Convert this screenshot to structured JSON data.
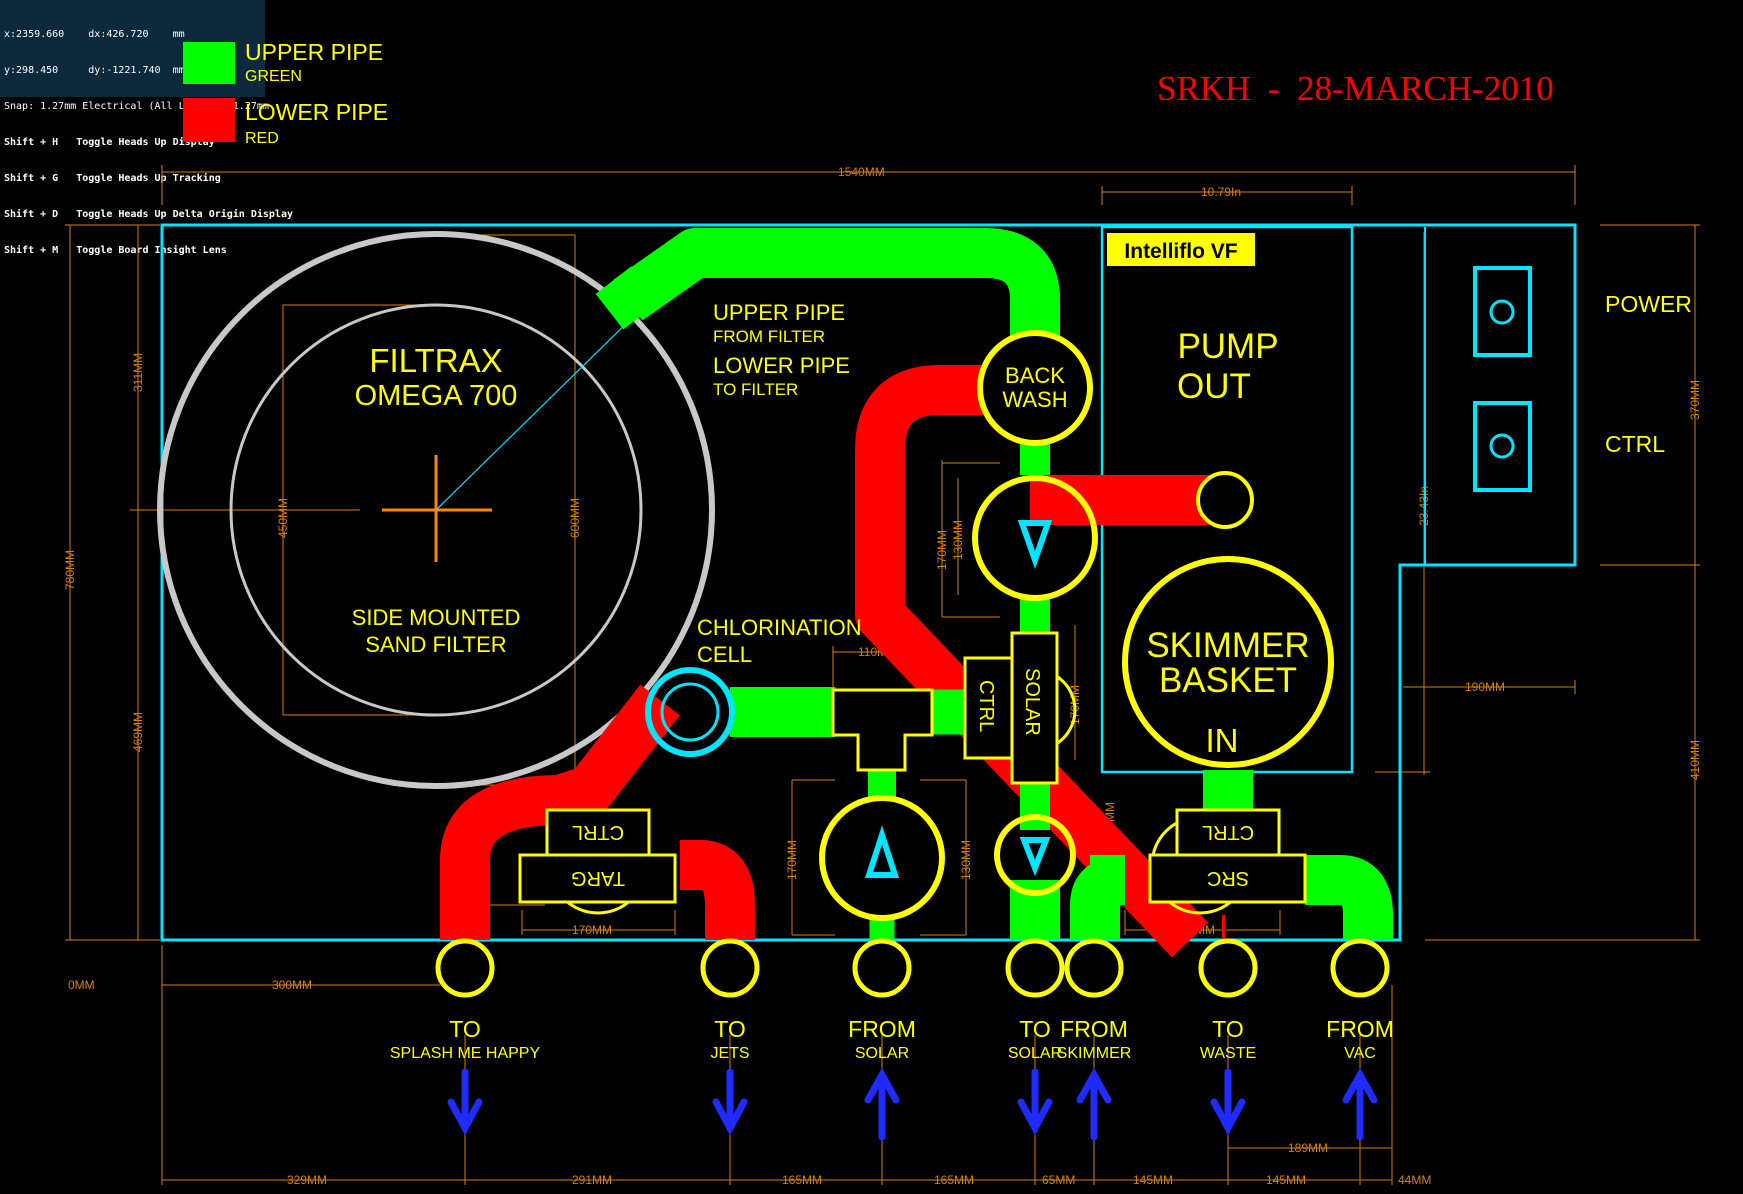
{
  "hud": {
    "lines": [
      "x:2359.660    dx:426.720    mm",
      "y:298.450     dy:-1221.740  mm",
      "Snap: 1.27mm Electrical (All Layers): 1.27mm",
      "Shift + H   Toggle Heads Up Display",
      "Shift + G   Toggle Heads Up Tracking",
      "Shift + D   Toggle Heads Up Delta Origin Display",
      "Shift + M   Toggle Board Insight Lens"
    ]
  },
  "legend": {
    "upper_label": "UPPER PIPE",
    "upper_sub": "GREEN",
    "lower_label": "LOWER PIPE",
    "lower_sub": "RED",
    "upper_color": "#00ff00",
    "lower_color": "#ff0000"
  },
  "title": "SRKH  -  28-MARCH-2010",
  "filter": {
    "name1": "FILTRAX",
    "name2": "OMEGA 700",
    "desc1": "SIDE MOUNTED",
    "desc2": "SAND FILTER"
  },
  "pipe_note": {
    "upper": "UPPER PIPE",
    "upper_sub": "FROM FILTER",
    "lower": "LOWER PIPE",
    "lower_sub": "TO FILTER"
  },
  "labels": {
    "backwash1": "BACK",
    "backwash2": "WASH",
    "pump_brand": "Intelliflo VF",
    "pump_out1": "PUMP",
    "pump_out2": "OUT",
    "skimmer1": "SKIMMER",
    "skimmer2": "BASKET",
    "skimmer_in": "IN",
    "chlorination1": "CHLORINATION",
    "chlorination2": "CELL",
    "power": "POWER",
    "ctrl": "CTRL",
    "solar_ctrl": "CTRL",
    "solar": "SOLAR",
    "targ_ctrl": "CTRL",
    "targ": "TARG",
    "src_ctrl": "CTRL",
    "src": "SRC"
  },
  "ports": [
    {
      "top": "TO",
      "bottom": "SPLASH ME HAPPY",
      "dir": "down"
    },
    {
      "top": "TO",
      "bottom": "JETS",
      "dir": "down"
    },
    {
      "top": "FROM",
      "bottom": "SOLAR",
      "dir": "up"
    },
    {
      "top": "TO",
      "bottom": "SOLAR",
      "dir": "down"
    },
    {
      "top": "FROM",
      "bottom": "SKIMMER",
      "dir": "up"
    },
    {
      "top": "TO",
      "bottom": "WASTE",
      "dir": "down"
    },
    {
      "top": "FROM",
      "bottom": "VAC",
      "dir": "up"
    }
  ],
  "dims": {
    "overall_width": "1540MM",
    "pump_width": "10.79In",
    "overall_height": "780MM",
    "upper_h": "311MM",
    "lower_h": "469MM",
    "right_upper": "370MM",
    "right_lower": "410MM",
    "pump_height": "23.43In",
    "inner_450": "450MM",
    "inner_600": "600MM",
    "w_190": "190MM",
    "w_110": "110MM",
    "v_170a": "170MM",
    "v_130a": "130MM",
    "v_170b": "170MM",
    "v_100": "100MM",
    "w_170a": "170MM",
    "v_170c": "170MM",
    "v_130b": "130MM",
    "w_170b": "170MM",
    "zero": "0MM",
    "w_300": "300MM",
    "b1": "329MM",
    "b2": "291MM",
    "b3": "165MM",
    "b4": "165MM",
    "b5": "65MM",
    "b6": "145MM",
    "b7": "145MM",
    "b8": "44MM",
    "b_189": "189MM",
    "mm_frag": "MM"
  }
}
